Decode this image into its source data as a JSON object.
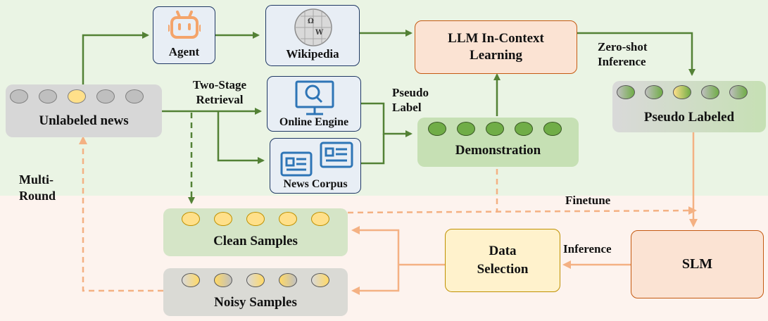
{
  "nodes": {
    "agent": "Agent",
    "wikipedia": "Wikipedia",
    "llm": "LLM In-Context Learning",
    "unlabeled": "Unlabeled news",
    "online_engine": "Online Engine",
    "news_corpus": "News Corpus",
    "demonstration": "Demonstration",
    "pseudo_labeled": "Pseudo Labeled",
    "clean_samples": "Clean Samples",
    "noisy_samples": "Noisy Samples",
    "data_selection": "Data Selection",
    "slm": "SLM"
  },
  "edge_labels": {
    "two_stage": "Two-Stage Retrieval",
    "pseudo_label": "Pseudo Label",
    "zero_shot": "Zero-shot Inference",
    "multi_round": "Multi- Round",
    "finetune": "Finetune",
    "inference": "Inference"
  },
  "colors": {
    "green_arrow": "#538135",
    "orange_arrow": "#f4b183",
    "agent_icon": "#f4a46a",
    "blue_icon": "#2e75b6"
  }
}
